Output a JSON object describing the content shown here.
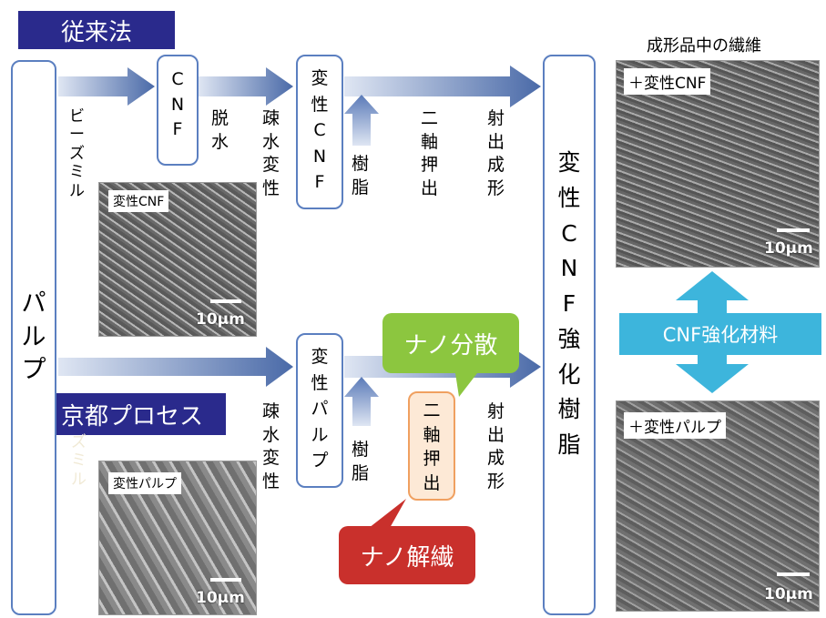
{
  "titles": {
    "conventional": "従来法",
    "kyoto": "京都プロセス"
  },
  "pulp": {
    "label": [
      "パ",
      "ル",
      "プ"
    ]
  },
  "upper": {
    "beadmill": [
      "ビ",
      "ー",
      "ズ",
      "ミ",
      "ル"
    ],
    "cnf": [
      "C",
      "N",
      "F"
    ],
    "dehydrate": [
      "脱",
      "水"
    ],
    "hydrophobic": [
      "疎",
      "水",
      "変",
      "性"
    ],
    "modcnf": [
      "変",
      "性",
      "C",
      "N",
      "F"
    ],
    "resin": [
      "樹",
      "脂"
    ],
    "extrude": [
      "二",
      "軸",
      "押",
      "出"
    ],
    "injection": [
      "射",
      "出",
      "成",
      "形"
    ]
  },
  "lower": {
    "beadmill_faded": [
      "ズ",
      "ミ",
      "ル"
    ],
    "hydrophobic": [
      "疎",
      "水",
      "変",
      "性"
    ],
    "modpulp": [
      "変",
      "性",
      "パ",
      "ル",
      "プ"
    ],
    "resin": [
      "樹",
      "脂"
    ],
    "extrude": [
      "二",
      "軸",
      "押",
      "出"
    ],
    "injection": [
      "射",
      "出",
      "成",
      "形"
    ]
  },
  "product": {
    "label": [
      "変",
      "性",
      "C",
      "N",
      "F",
      "強",
      "化",
      "樹",
      "脂"
    ]
  },
  "callouts": {
    "nano_disperse": "ナノ分散",
    "nano_fibrillate": "ナノ解繊"
  },
  "sem_images": {
    "left_top": {
      "label": "変性CNF",
      "scale": "10μm"
    },
    "left_bottom": {
      "label": "変性パルプ",
      "scale": "10μm"
    },
    "right_top": {
      "label": "＋変性CNF",
      "scale": "10μm"
    },
    "right_bottom": {
      "label": "＋変性パルプ",
      "scale": "10μm"
    }
  },
  "right_title": "成形品中の繊維",
  "cnf_material": "CNF強化材料",
  "colors": {
    "title_bg": "#2a2a8c",
    "box_border": "#5b7fc0",
    "arrow": "#4a6aa8",
    "green": "#8cc63f",
    "red": "#c9302c",
    "cyan": "#3db5dc"
  }
}
